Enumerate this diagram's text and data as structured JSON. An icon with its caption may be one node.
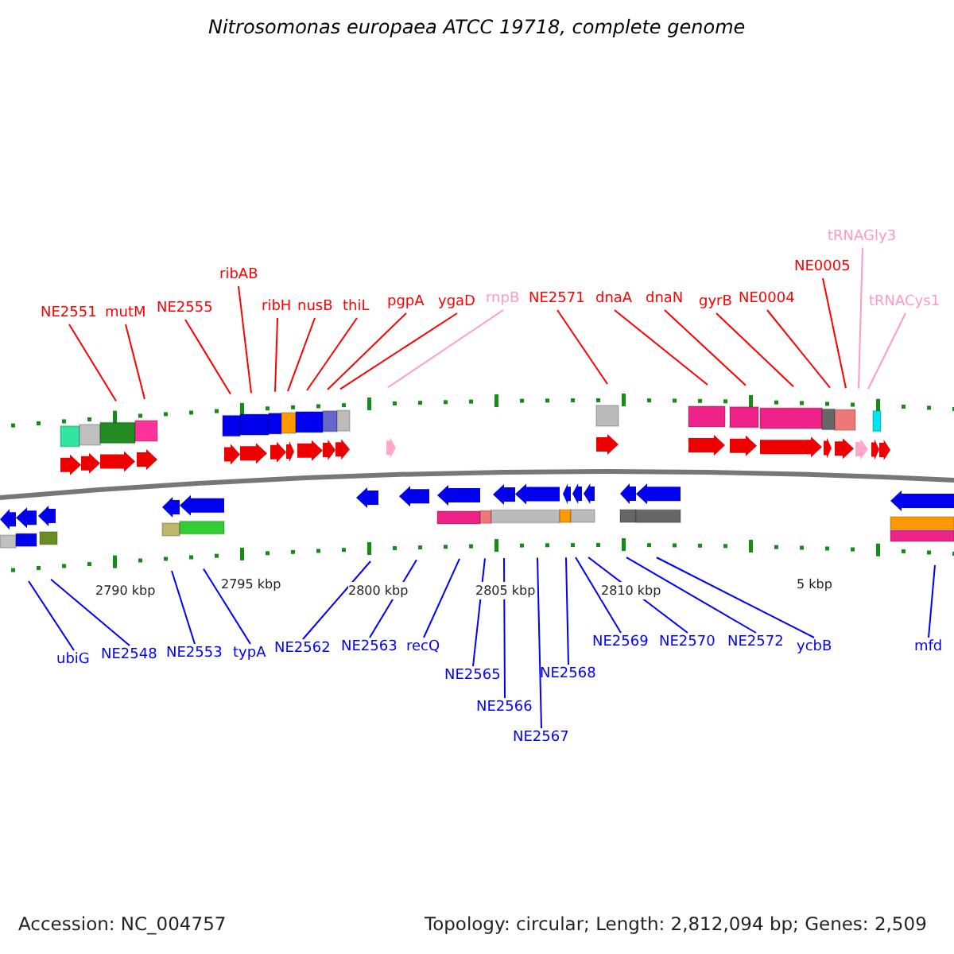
{
  "diagram": {
    "title": "Nitrosomonas europaea ATCC 19718, complete genome",
    "nodes": [
      {
        "text": [
          "NE2551"
        ]
      },
      {
        "text": [
          "mutM"
        ]
      },
      {
        "text": [
          "NE2555"
        ]
      },
      {
        "text": [
          "ribAB"
        ]
      },
      {
        "text": [
          "ribH"
        ]
      },
      {
        "text": [
          "nusB"
        ]
      },
      {
        "text": [
          "thiL"
        ]
      },
      {
        "text": [
          "pgpA"
        ]
      },
      {
        "text": [
          "ygaD"
        ]
      },
      {
        "text": [
          "rnpB"
        ]
      },
      {
        "text": [
          "NE2571"
        ]
      },
      {
        "text": [
          "dnaA"
        ]
      },
      {
        "text": [
          "dnaN"
        ]
      },
      {
        "text": [
          "gyrB"
        ]
      },
      {
        "text": [
          "NE0004"
        ]
      },
      {
        "text": [
          "NE0005"
        ]
      },
      {
        "text": [
          "tRNAGly3"
        ]
      },
      {
        "text": [
          "tRNACys1"
        ]
      },
      {
        "text": [
          "ubiG"
        ]
      },
      {
        "text": [
          "NE2548"
        ]
      },
      {
        "text": [
          "NE2553"
        ]
      },
      {
        "text": [
          "typA"
        ]
      },
      {
        "text": [
          "NE2562"
        ]
      },
      {
        "text": [
          "NE2563"
        ]
      },
      {
        "text": [
          "recQ"
        ]
      },
      {
        "text": [
          "NE2565"
        ]
      },
      {
        "text": [
          "NE2566"
        ]
      },
      {
        "text": [
          "NE2567"
        ]
      },
      {
        "text": [
          "NE2568"
        ]
      },
      {
        "text": [
          "NE2569"
        ]
      },
      {
        "text": [
          "NE2570"
        ]
      },
      {
        "text": [
          "NE2572"
        ]
      },
      {
        "text": [
          "ycbB"
        ]
      },
      {
        "text": [
          "mfd"
        ]
      }
    ],
    "edges": [
      {
        "from": 0,
        "to": null,
        "arrow": "none",
        "color": "#ff0000"
      },
      {
        "from": 1,
        "to": null,
        "arrow": "none",
        "color": "#ff0000"
      },
      {
        "from": 2,
        "to": null,
        "arrow": "none",
        "color": "#ff0000"
      },
      {
        "from": 3,
        "to": null,
        "arrow": "none",
        "color": "#ff0000"
      },
      {
        "from": 4,
        "to": null,
        "arrow": "none",
        "color": "#ff0000"
      },
      {
        "from": 5,
        "to": null,
        "arrow": "none",
        "color": "#ff0000"
      },
      {
        "from": 6,
        "to": null,
        "arrow": "none",
        "color": "#ff0000"
      },
      {
        "from": 7,
        "to": null,
        "arrow": "none",
        "color": "#ff0000"
      },
      {
        "from": 8,
        "to": null,
        "arrow": "none",
        "color": "#ff0000"
      },
      {
        "from": 9,
        "to": null,
        "arrow": "none",
        "color": "#ff99cc"
      },
      {
        "from": 10,
        "to": null,
        "arrow": "none",
        "color": "#ff0000"
      },
      {
        "from": 11,
        "to": null,
        "arrow": "none",
        "color": "#ff0000"
      },
      {
        "from": 12,
        "to": null,
        "arrow": "none",
        "color": "#ff0000"
      },
      {
        "from": 13,
        "to": null,
        "arrow": "none",
        "color": "#ff0000"
      },
      {
        "from": 14,
        "to": null,
        "arrow": "none",
        "color": "#ff0000"
      },
      {
        "from": 15,
        "to": null,
        "arrow": "none",
        "color": "#ff0000"
      },
      {
        "from": 16,
        "to": null,
        "arrow": "none",
        "color": "#ff99cc"
      },
      {
        "from": 17,
        "to": null,
        "arrow": "none",
        "color": "#ff99cc"
      },
      {
        "from": 18,
        "to": null,
        "arrow": "none"
      },
      {
        "from": 19,
        "to": null,
        "arrow": "none"
      },
      {
        "from": 20,
        "to": null,
        "arrow": "none"
      },
      {
        "from": 21,
        "to": null,
        "arrow": "none"
      },
      {
        "from": 22,
        "to": null,
        "arrow": "none"
      },
      {
        "from": 23,
        "to": null,
        "arrow": "none"
      },
      {
        "from": 24,
        "to": null,
        "arrow": "none"
      },
      {
        "from": 25,
        "to": null,
        "arrow": "none"
      },
      {
        "from": 26,
        "to": null,
        "arrow": "none"
      },
      {
        "from": 27,
        "to": null,
        "arrow": "none"
      },
      {
        "from": 28,
        "to": null,
        "arrow": "none"
      },
      {
        "from": 29,
        "to": null,
        "arrow": "none"
      },
      {
        "from": 30,
        "to": null,
        "arrow": "none"
      },
      {
        "from": 31,
        "to": null,
        "arrow": "none"
      },
      {
        "from": 32,
        "to": null,
        "arrow": "none"
      },
      {
        "from": 33,
        "to": null,
        "arrow": "none"
      }
    ],
    "labels": [
      "2790 kbp",
      "2795 kbp",
      "2800 kbp",
      "2805 kbp",
      "2810 kbp",
      "5 kbp",
      "Accession: NC_004757",
      "Topology: circular; Length: 2,812,094 bp; Genes: 2,509"
    ]
  }
}
